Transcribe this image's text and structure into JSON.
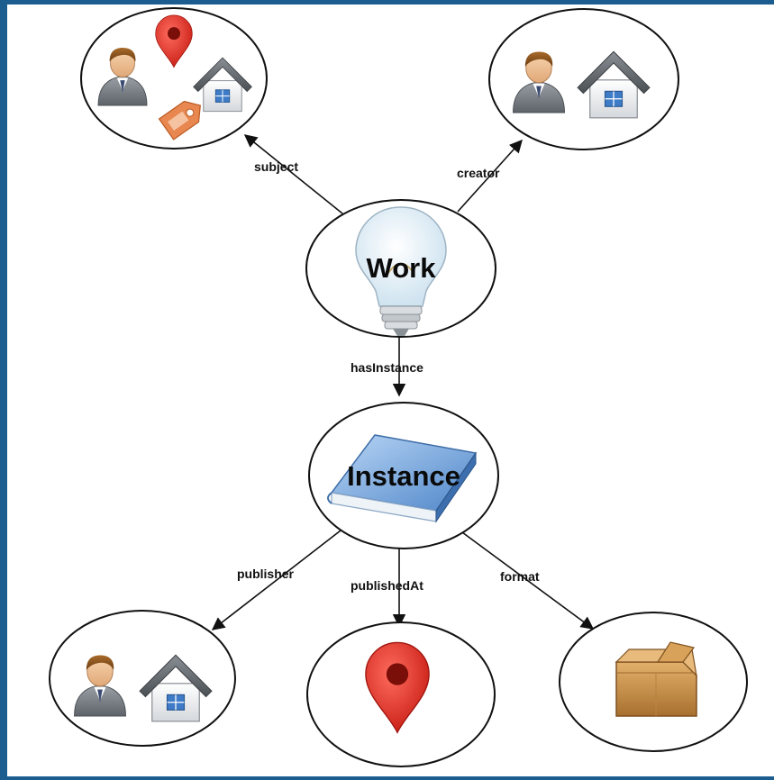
{
  "diagram": {
    "nodes": {
      "work": {
        "label": "Work",
        "icon": "lightbulb-icon"
      },
      "instance": {
        "label": "Instance",
        "icon": "book-icon"
      },
      "subject_target": {
        "icons": [
          "person-icon",
          "map-pin-icon",
          "house-icon",
          "tag-icon"
        ]
      },
      "creator_target": {
        "icons": [
          "person-icon",
          "house-icon"
        ]
      },
      "publisher_target": {
        "icons": [
          "person-icon",
          "house-icon"
        ]
      },
      "published_at_target": {
        "icons": [
          "map-pin-icon"
        ]
      },
      "format_target": {
        "icons": [
          "box-icon"
        ]
      }
    },
    "edges": {
      "subject": "subject",
      "creator": "creator",
      "has_instance": "hasInstance",
      "publisher": "publisher",
      "published_at": "publishedAt",
      "format": "format"
    }
  },
  "colors": {
    "frame": "#1b5d8f",
    "node_stroke": "#111111",
    "pin": "#e0342b",
    "book": "#6f9ed8",
    "box": "#c9924a",
    "tag": "#e8874f"
  }
}
